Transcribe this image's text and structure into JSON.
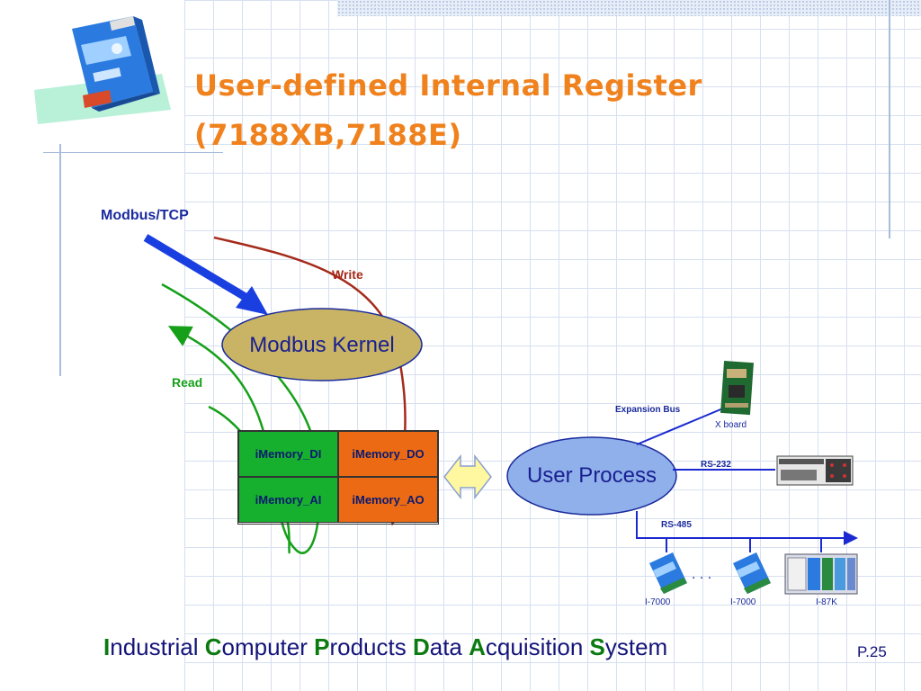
{
  "title": {
    "line1": "User-defined Internal Register",
    "line2": "(7188XB,7188E)"
  },
  "diagram": {
    "modbus_tcp": "Modbus/TCP",
    "write": "Write",
    "read": "Read",
    "modbus_kernel": "Modbus Kernel",
    "user_process": "User Process",
    "memory": {
      "di": "iMemory_DI",
      "do": "iMemory_DO",
      "ai": "iMemory_AI",
      "ao": "iMemory_AO"
    },
    "expansion_bus": "Expansion Bus",
    "x_board": "X board",
    "rs232": "RS-232",
    "rs485": "RS-485",
    "dots": ". . .",
    "devices": [
      "I-7000",
      "I-7000",
      "I-87K"
    ]
  },
  "footer": {
    "parts": [
      {
        "cap": "I",
        "rest": "ndustrial "
      },
      {
        "cap": "C",
        "rest": "omputer "
      },
      {
        "cap": "P",
        "rest": "roducts "
      },
      {
        "cap": "D",
        "rest": "ata "
      },
      {
        "cap": "A",
        "rest": "cquisition "
      },
      {
        "cap": "S",
        "rest": "ystem"
      }
    ],
    "page": "P.25"
  },
  "colors": {
    "title": "#f0821e",
    "footer_cap": "#0b7a10",
    "modbus_arrow": "#1a3fe0",
    "write": "#a52a1a",
    "read": "#16a01a"
  }
}
